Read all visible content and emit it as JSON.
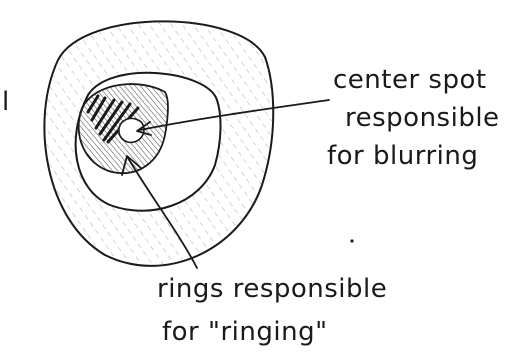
{
  "annotations": {
    "center_spot": {
      "line1": "center spot",
      "line2": "responsible",
      "line3": "for blurring"
    },
    "rings": {
      "line1": "rings responsible",
      "line2": "for \"ringing\""
    },
    "edge_mark": "l"
  },
  "colors": {
    "ink": "#1a1a1a",
    "hatch": "#2a2a2a",
    "paper": "#ffffff"
  }
}
